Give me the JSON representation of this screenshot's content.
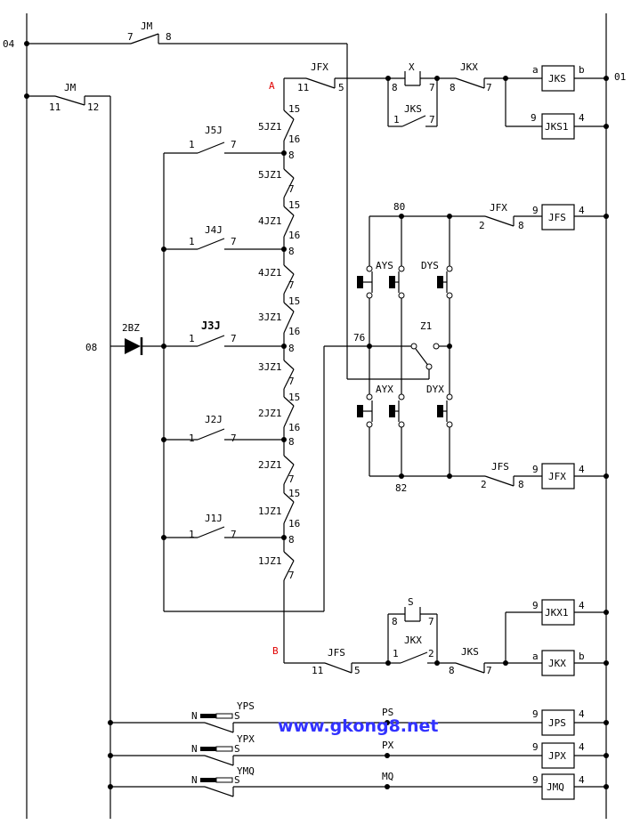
{
  "bus": {
    "n04": "04",
    "n08": "08",
    "n01": "01"
  },
  "relays": {
    "jks": "JKS",
    "jks1": "JKS1",
    "jfs": "JFS",
    "jfx": "JFX",
    "jkx1": "JKX1",
    "jkx": "JKX",
    "jps": "JPS",
    "jpx": "JPX",
    "jmq": "JMQ"
  },
  "contacts": {
    "jm": "JM",
    "jfx": "JFX",
    "x": "X",
    "jks": "JKS",
    "jkx": "JKX",
    "j5j": "J5J",
    "j4j": "J4J",
    "j3j": "J3J",
    "j2j": "J2J",
    "j1j": "J1J",
    "jz5": "5JZ1",
    "jz4": "4JZ1",
    "jz3": "3JZ1",
    "jz2": "2JZ1",
    "jz1": "1JZ1",
    "ays": "AYS",
    "dys": "DYS",
    "ayx": "AYX",
    "dyx": "DYX",
    "z1": "Z1",
    "s": "S",
    "jfs": "JFS",
    "diode": "2BZ",
    "yps": "YPS",
    "ypx": "YPX",
    "ymq": "YMQ",
    "ps": "PS",
    "px": "PX",
    "mq": "MQ",
    "north": "N",
    "south": "S"
  },
  "points": {
    "a": "A",
    "b": "B"
  },
  "pins": {
    "p1": "1",
    "p2": "2",
    "p4": "4",
    "p5": "5",
    "p7": "7",
    "p8": "8",
    "p9": "9",
    "p11": "11",
    "p12": "12",
    "p15": "15",
    "p16": "16",
    "p76": "76",
    "p80": "80",
    "p82": "82",
    "pa": "a",
    "pb": "b"
  },
  "watermark": "www.gkong8.net"
}
